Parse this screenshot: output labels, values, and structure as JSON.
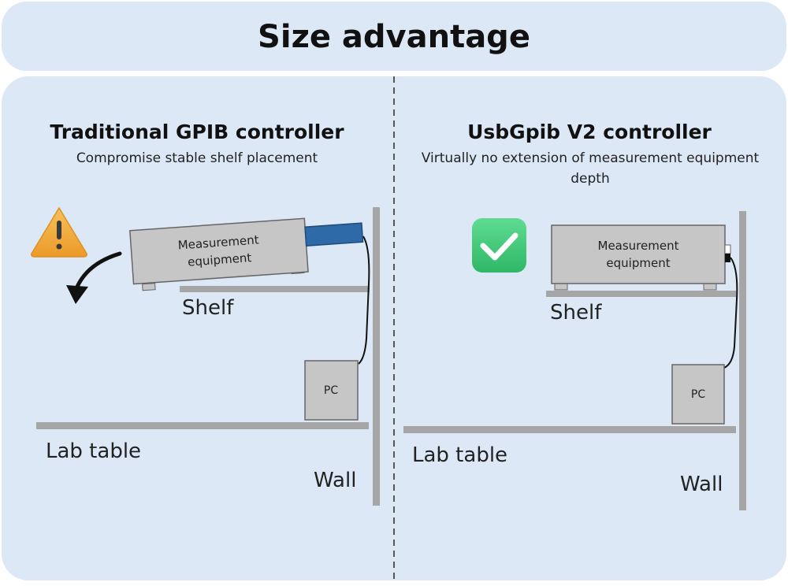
{
  "header": {
    "title": "Size advantage"
  },
  "left_panel": {
    "title": "Traditional GPIB controller",
    "subtitle": "Compromise stable shelf placement",
    "equipment_label_line1": "Measurement",
    "equipment_label_line2": "equipment",
    "shelf_label": "Shelf",
    "pc_label": "PC",
    "table_label": "Lab table",
    "wall_label": "Wall",
    "status_icon": "warning-icon"
  },
  "right_panel": {
    "title": "UsbGpib V2 controller",
    "subtitle_line1": "Virtually no extension of measurement equipment",
    "subtitle_line2": "depth",
    "equipment_label_line1": "Measurement",
    "equipment_label_line2": "equipment",
    "shelf_label": "Shelf",
    "pc_label": "PC",
    "table_label": "Lab table",
    "wall_label": "Wall",
    "status_icon": "check-icon"
  },
  "colors": {
    "panel_bg": "#dce8f5",
    "equipment_fill": "#c6c6c6",
    "gpib_connector": "#2e6aa8",
    "warning": "#f2a93b",
    "check": "#3fcb78"
  }
}
